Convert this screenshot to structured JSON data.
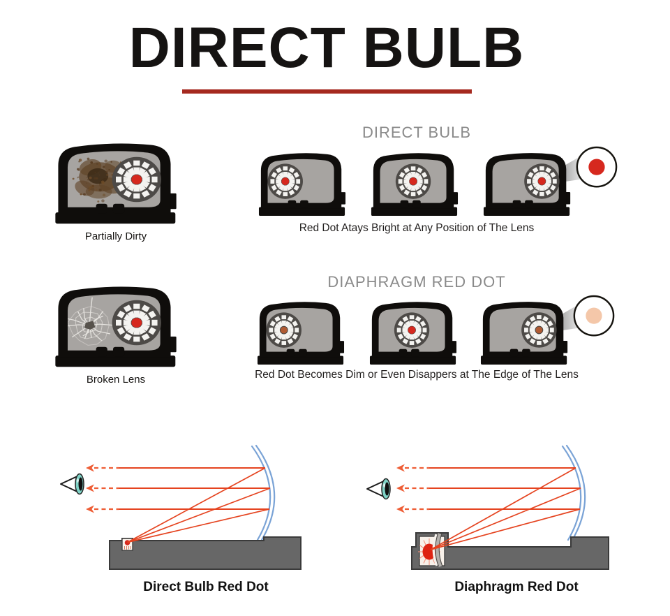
{
  "title": {
    "text": "DIRECT BULB"
  },
  "divider_color": "#a5291f",
  "examples": [
    {
      "label": "Partially Dirty",
      "overlay": "dirt",
      "reticle_position": "right",
      "dot": "bright"
    },
    {
      "label": "Broken Lens",
      "overlay": "cracks",
      "reticle_position": "right",
      "dot": "bright"
    }
  ],
  "sections": [
    {
      "heading": "DIRECT BULB",
      "caption": "Red Dot Atays Bright at Any Position of The Lens",
      "sights": [
        {
          "reticle_position": "left",
          "dot": "bright"
        },
        {
          "reticle_position": "center",
          "dot": "bright"
        },
        {
          "reticle_position": "right",
          "dot": "bright",
          "callout": {
            "dot": "bright"
          }
        }
      ]
    },
    {
      "heading": "DIAPHRAGM RED DOT",
      "caption": "Red Dot Becomes Dim or Even Disappers at The Edge of The Lens",
      "sights": [
        {
          "reticle_position": "left",
          "dot": "dim"
        },
        {
          "reticle_position": "center",
          "dot": "bright"
        },
        {
          "reticle_position": "right",
          "dot": "dim",
          "callout": {
            "dot": "dim"
          }
        }
      ]
    }
  ],
  "diagrams": [
    {
      "type": "direct",
      "label": "Direct Bulb Red Dot"
    },
    {
      "type": "diaphragm",
      "label": "Diaphragm Red Dot"
    }
  ],
  "colors": {
    "bright_dot": "#d6281e",
    "dim_dot": "#b05a32",
    "dim_callout_dot": "#f4c7a9",
    "ray": "#e5431f",
    "ray_dash": "#ee5d35",
    "lens_blue": "#7aa3d6",
    "base_gray": "#676767",
    "base_stroke": "#3a3a3a",
    "sight_body": "#0f0d0b",
    "sight_window": "#a7a4a1",
    "reticle_disc": "#4d4a47",
    "reticle_segments": "#f4f3f0",
    "eye_teal": "#7fd2c6"
  }
}
